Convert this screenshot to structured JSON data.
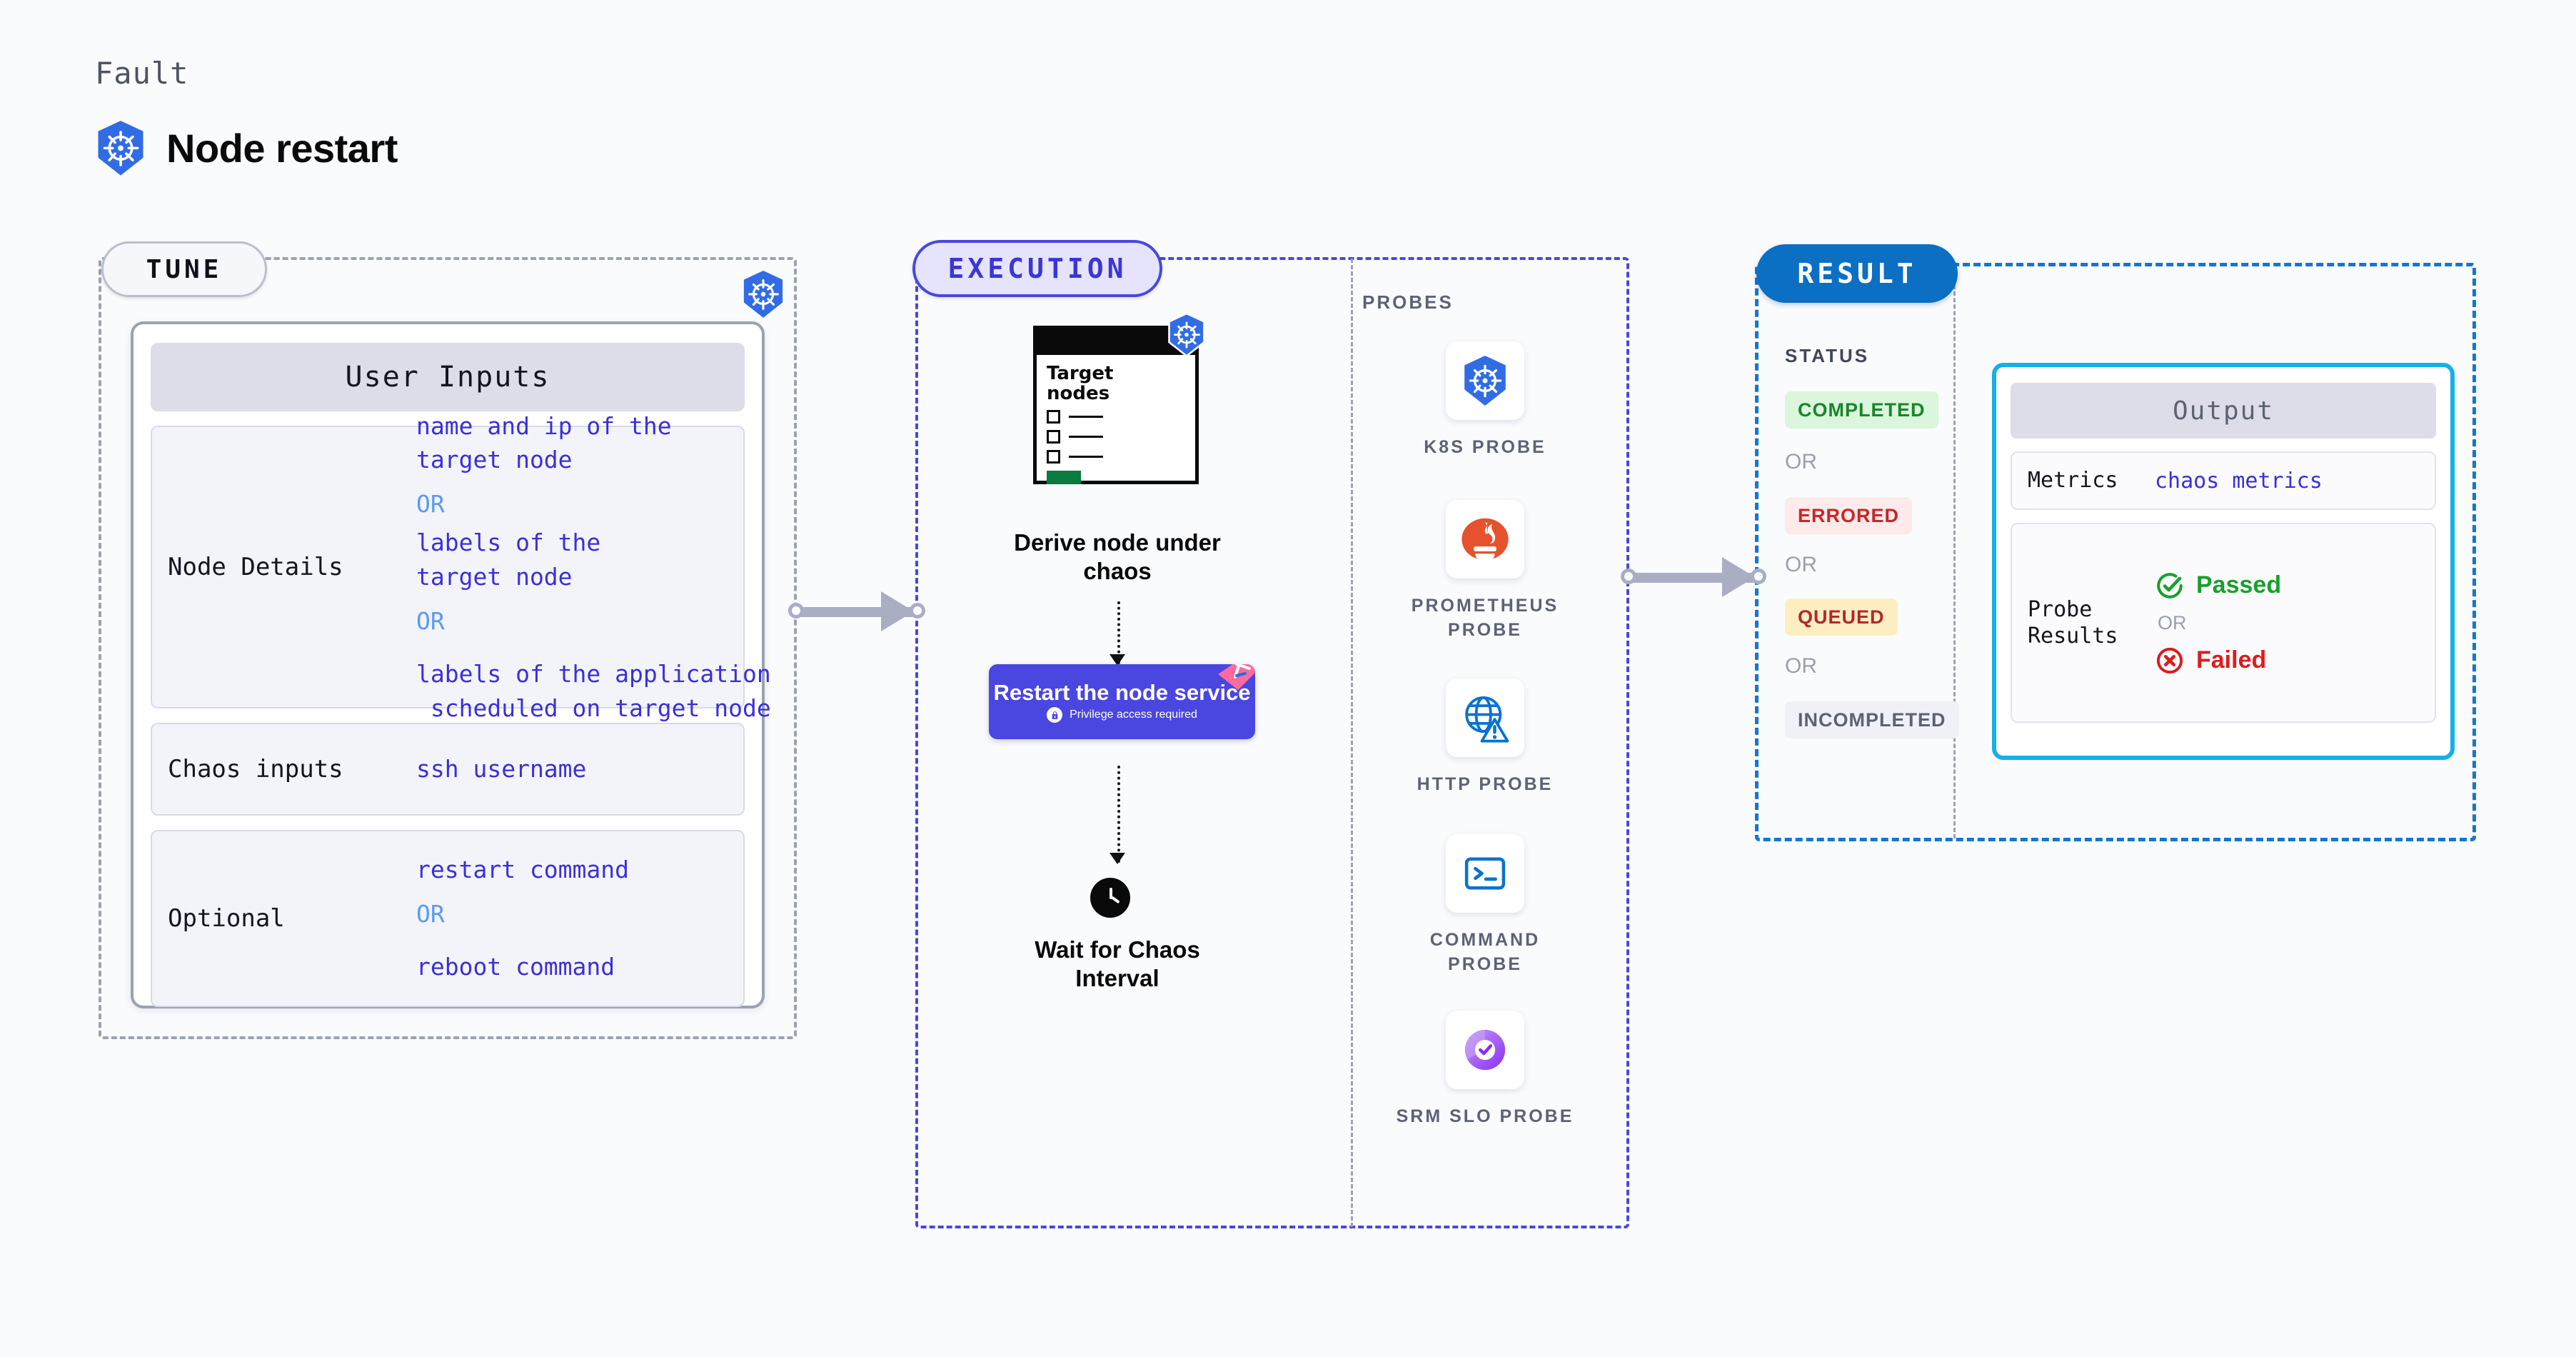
{
  "header": {
    "fault_label": "Fault",
    "fault_title": "Node restart",
    "icon": "kubernetes-icon"
  },
  "tune": {
    "chip_label": "TUNE",
    "badge_icon": "kubernetes-icon",
    "card_header": "User Inputs",
    "rows": [
      {
        "key": "Node Details",
        "values": [
          {
            "type": "value",
            "text": "name and ip of the"
          },
          {
            "type": "value",
            "text": "target node"
          },
          {
            "type": "or",
            "text": "OR"
          },
          {
            "type": "value",
            "text": "labels of the"
          },
          {
            "type": "value",
            "text": "target node"
          },
          {
            "type": "or",
            "text": "OR"
          },
          {
            "type": "value",
            "text": "labels of the application"
          },
          {
            "type": "value",
            "text": " scheduled on target node"
          }
        ]
      },
      {
        "key": "Chaos inputs",
        "values": [
          {
            "type": "value",
            "text": "ssh username"
          }
        ]
      },
      {
        "key": "Optional",
        "values": [
          {
            "type": "value",
            "text": "restart command"
          },
          {
            "type": "or",
            "text": "OR"
          },
          {
            "type": "value",
            "text": "reboot command"
          }
        ]
      }
    ]
  },
  "execution": {
    "chip_label": "EXECUTION",
    "target_card": {
      "title_line1": "Target",
      "title_line2": "nodes",
      "badge_icon": "kubernetes-icon"
    },
    "derive_caption": "Derive node under chaos",
    "restart_box": {
      "title": "Restart the node service",
      "subtitle": "Privilege access required",
      "lock_icon": "lock-icon",
      "ribbon_icon": "privilege-ribbon-icon"
    },
    "wait_caption": "Wait for Chaos Interval",
    "wait_icon": "clock-icon"
  },
  "probes": {
    "title": "PROBES",
    "items": [
      {
        "label": "K8S PROBE",
        "icon": "kubernetes-icon"
      },
      {
        "label": "PROMETHEUS PROBE",
        "icon": "prometheus-icon"
      },
      {
        "label": "HTTP PROBE",
        "icon": "http-globe-warning-icon"
      },
      {
        "label": "COMMAND PROBE",
        "icon": "terminal-icon"
      },
      {
        "label": "SRM SLO PROBE",
        "icon": "srm-slo-icon"
      }
    ]
  },
  "result": {
    "chip_label": "RESULT",
    "status_title": "STATUS",
    "statuses": [
      {
        "label": "COMPLETED"
      },
      {
        "label": "ERRORED"
      },
      {
        "label": "QUEUED"
      },
      {
        "label": "INCOMPLETED"
      }
    ],
    "or_label": "OR",
    "output": {
      "header": "Output",
      "metrics_key": "Metrics",
      "metrics_value": "chaos metrics",
      "probe_key_line1": "Probe",
      "probe_key_line2": "Results",
      "passed_label": "Passed",
      "passed_icon": "check-circle-icon",
      "failed_label": "Failed",
      "failed_icon": "x-circle-icon",
      "or_label": "OR"
    }
  },
  "colors": {
    "background": "#fafbfd",
    "tune_border": "#9aa3b0",
    "execution_accent": "#4a46e0",
    "execution_fill": "#e3e2fb",
    "result_accent": "#1576d0",
    "result_fill": "#e9f9fe",
    "output_border": "#14b0e8",
    "value_text": "#3b2fd9",
    "or_text": "#5a9bf0",
    "status_completed": "#19862a",
    "status_errored": "#c8252a",
    "status_queued": "#b2282d",
    "status_incompleted": "#5b6375",
    "passed": "#19a02b",
    "failed": "#e01b1b",
    "connector": "#a9aec2"
  }
}
